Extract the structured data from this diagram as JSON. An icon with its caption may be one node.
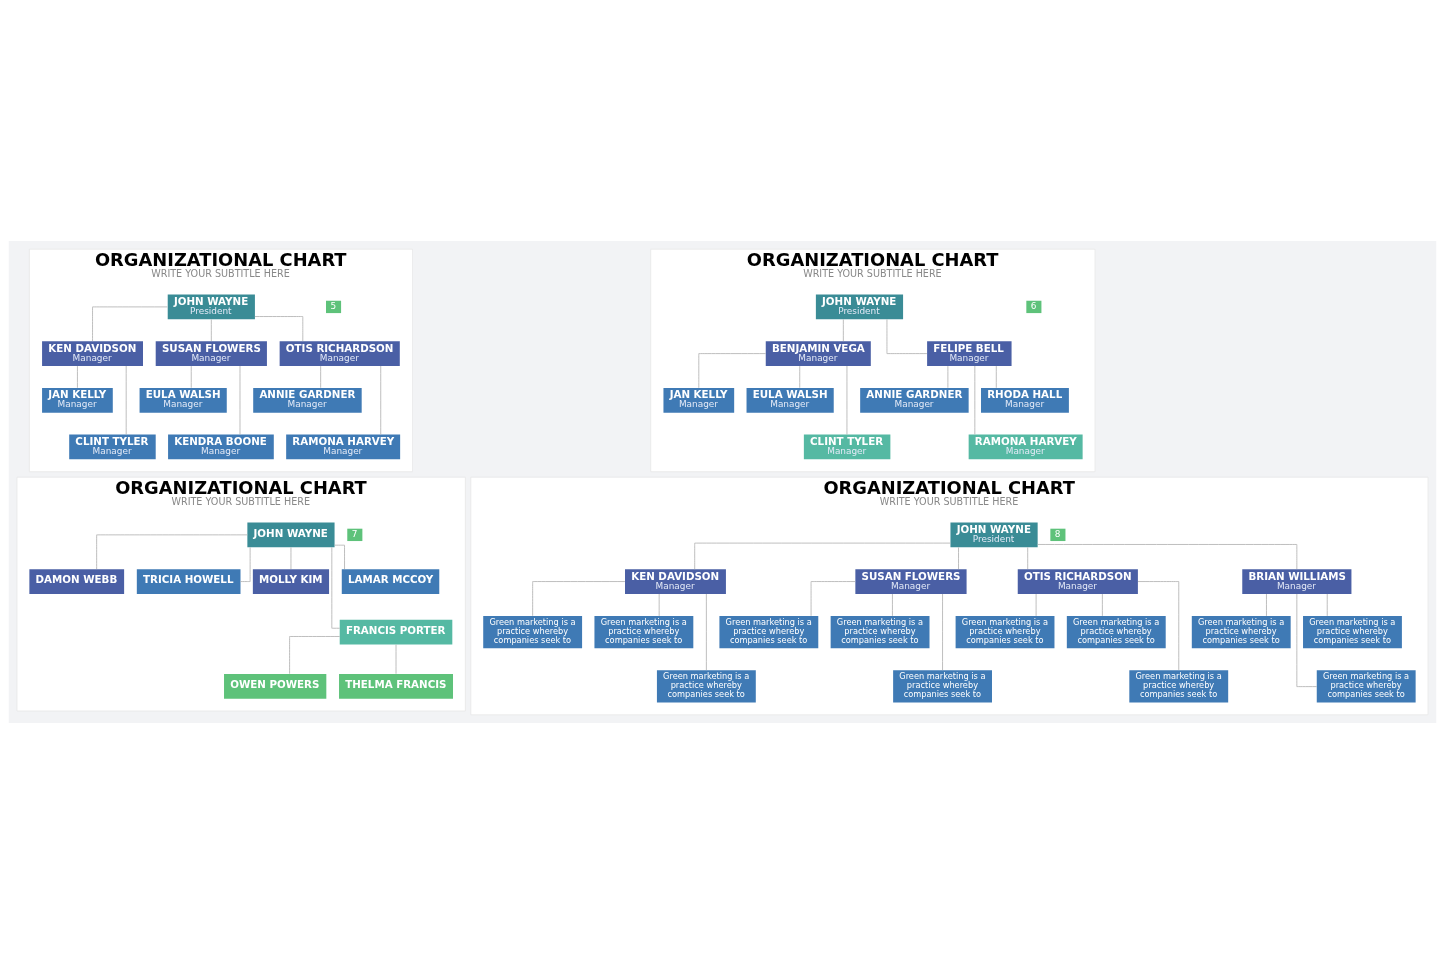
{
  "diagram": {
    "nodes": [
      {
        "text": [
          "ORGANIZATIONAL CHART",
          "WRITE YOUR SUBTITLE HERE"
        ]
      },
      {
        "text": [
          "5"
        ],
        "in": 0
      },
      {
        "text": [
          "JOHN WAYNE",
          "President"
        ],
        "in": 0
      },
      {
        "text": [
          "KEN DAVIDSON",
          "Manager"
        ],
        "in": 0
      },
      {
        "text": [
          "SUSAN FLOWERS",
          "Manager"
        ],
        "in": 0
      },
      {
        "text": [
          "OTIS RICHARDSON",
          "Manager"
        ],
        "in": 0
      },
      {
        "text": [
          "JAN KELLY",
          "Manager"
        ],
        "in": 0
      },
      {
        "text": [
          "EULA WALSH",
          "Manager"
        ],
        "in": 0
      },
      {
        "text": [
          "ANNIE GARDNER",
          "Manager"
        ],
        "in": 0
      },
      {
        "text": [
          "CLINT TYLER",
          "Manager"
        ],
        "in": 0
      },
      {
        "text": [
          "KENDRA BOONE",
          "Manager"
        ],
        "in": 0
      },
      {
        "text": [
          "RAMONA HARVEY",
          "Manager"
        ],
        "in": 0
      },
      {
        "text": [
          "ORGANIZATIONAL CHART",
          "WRITE YOUR SUBTITLE HERE"
        ]
      },
      {
        "text": [
          "6"
        ],
        "in": 12
      },
      {
        "text": [
          "JOHN WAYNE",
          "President"
        ],
        "in": 12
      },
      {
        "text": [
          "BENJAMIN VEGA",
          "Manager"
        ],
        "in": 12
      },
      {
        "text": [
          "FELIPE BELL",
          "Manager"
        ],
        "in": 12
      },
      {
        "text": [
          "JAN KELLY",
          "Manager"
        ],
        "in": 12
      },
      {
        "text": [
          "EULA WALSH",
          "Manager"
        ],
        "in": 12
      },
      {
        "text": [
          "ANNIE GARDNER",
          "Manager"
        ],
        "in": 12
      },
      {
        "text": [
          "RHODA HALL",
          "Manager"
        ],
        "in": 12
      },
      {
        "text": [
          "CLINT TYLER",
          "Manager"
        ],
        "in": 12
      },
      {
        "text": [
          "RAMONA HARVEY",
          "Manager"
        ],
        "in": 12
      },
      {
        "text": [
          "ORGANIZATIONAL CHART",
          "WRITE YOUR SUBTITLE HERE"
        ]
      },
      {
        "text": [
          "7"
        ],
        "in": 23
      },
      {
        "text": [
          "JOHN WAYNE"
        ],
        "in": 23
      },
      {
        "text": [
          "DAMON WEBB"
        ],
        "in": 23
      },
      {
        "text": [
          "TRICIA HOWELL"
        ],
        "in": 23
      },
      {
        "text": [
          "MOLLY KIM"
        ],
        "in": 23
      },
      {
        "text": [
          "LAMAR MCCOY"
        ],
        "in": 23
      },
      {
        "text": [
          "FRANCIS PORTER"
        ],
        "in": 23
      },
      {
        "text": [
          "OWEN POWERS"
        ],
        "in": 23
      },
      {
        "text": [
          "THELMA FRANCIS"
        ],
        "in": 23
      },
      {
        "text": [
          "ORGANIZATIONAL CHART",
          "WRITE YOUR SUBTITLE HERE"
        ]
      },
      {
        "text": [
          "8"
        ],
        "in": 33
      },
      {
        "text": [
          "JOHN WAYNE",
          "President"
        ],
        "in": 33
      },
      {
        "text": [
          "KEN DAVIDSON",
          "Manager"
        ],
        "in": 33
      },
      {
        "text": [
          "SUSAN FLOWERS",
          "Manager"
        ],
        "in": 33
      },
      {
        "text": [
          "OTIS RICHARDSON",
          "Manager"
        ],
        "in": 33
      },
      {
        "text": [
          "BRIAN WILLIAMS",
          "Manager"
        ],
        "in": 33
      },
      {
        "text": [
          "Green marketing is a practice whereby companies seek to"
        ],
        "in": 33
      },
      {
        "text": [
          "Green marketing is a practice whereby companies seek to"
        ],
        "in": 33
      },
      {
        "text": [
          "Green marketing is a practice whereby companies seek to"
        ],
        "in": 33
      },
      {
        "text": [
          "Green marketing is a practice whereby companies seek to"
        ],
        "in": 33
      },
      {
        "text": [
          "Green marketing is a practice whereby companies seek to"
        ],
        "in": 33
      },
      {
        "text": [
          "Green marketing is a practice whereby companies seek to"
        ],
        "in": 33
      },
      {
        "text": [
          "Green marketing is a practice whereby companies seek to"
        ],
        "in": 33
      },
      {
        "text": [
          "Green marketing is a practice whereby companies seek to"
        ],
        "in": 33
      },
      {
        "text": [
          "Green marketing is a practice whereby companies seek to"
        ],
        "in": 33
      },
      {
        "text": [
          "Green marketing is a practice whereby companies seek to"
        ],
        "in": 33
      },
      {
        "text": [
          "Green marketing is a practice whereby companies seek to"
        ],
        "in": 33
      },
      {
        "text": [
          "Green marketing is a practice whereby companies seek to"
        ],
        "in": 33
      }
    ],
    "edges": [
      {
        "from": 2,
        "to": 3,
        "arrow": "none"
      },
      {
        "from": 2,
        "to": 4,
        "arrow": "none"
      },
      {
        "from": 2,
        "to": 5,
        "arrow": "none"
      },
      {
        "from": 3,
        "to": 6,
        "arrow": "none"
      },
      {
        "from": 3,
        "to": 9,
        "arrow": "none"
      },
      {
        "from": 4,
        "to": 7,
        "arrow": "none"
      },
      {
        "from": 4,
        "to": 10,
        "arrow": "none"
      },
      {
        "from": 5,
        "to": 8,
        "arrow": "none"
      },
      {
        "from": 5,
        "to": 11,
        "arrow": "none"
      },
      {
        "from": 14,
        "to": 15,
        "arrow": "none"
      },
      {
        "from": 14,
        "to": 16,
        "arrow": "none"
      },
      {
        "from": 15,
        "to": 17,
        "arrow": "none"
      },
      {
        "from": 15,
        "to": 18,
        "arrow": "none"
      },
      {
        "from": 15,
        "to": 21,
        "arrow": "none"
      },
      {
        "from": 16,
        "to": 19,
        "arrow": "none"
      },
      {
        "from": 16,
        "to": 20,
        "arrow": "none"
      },
      {
        "from": 16,
        "to": 22,
        "arrow": "none"
      },
      {
        "from": 25,
        "to": 26,
        "arrow": "none"
      },
      {
        "from": 25,
        "to": 27,
        "arrow": "none"
      },
      {
        "from": 25,
        "to": 28,
        "arrow": "none"
      },
      {
        "from": 25,
        "to": 29,
        "arrow": "none"
      },
      {
        "from": 25,
        "to": 30,
        "arrow": "none"
      },
      {
        "from": 30,
        "to": 31,
        "arrow": "none"
      },
      {
        "from": 30,
        "to": 32,
        "arrow": "none"
      },
      {
        "from": 35,
        "to": 36,
        "arrow": "none"
      },
      {
        "from": 35,
        "to": 37,
        "arrow": "none"
      },
      {
        "from": 35,
        "to": 38,
        "arrow": "none"
      },
      {
        "from": 35,
        "to": 39,
        "arrow": "none"
      },
      {
        "from": 36,
        "to": 40,
        "arrow": "none"
      },
      {
        "from": 36,
        "to": 41,
        "arrow": "none"
      },
      {
        "from": 36,
        "to": 48,
        "arrow": "none"
      },
      {
        "from": 37,
        "to": 42,
        "arrow": "none"
      },
      {
        "from": 37,
        "to": 43,
        "arrow": "none"
      },
      {
        "from": 37,
        "to": 49,
        "arrow": "none"
      },
      {
        "from": 38,
        "to": 44,
        "arrow": "none"
      },
      {
        "from": 38,
        "to": 45,
        "arrow": "none"
      },
      {
        "from": 38,
        "to": 50,
        "arrow": "none"
      },
      {
        "from": 39,
        "to": 46,
        "arrow": "none"
      },
      {
        "from": 39,
        "to": 47,
        "arrow": "none"
      },
      {
        "from": 39,
        "to": 51,
        "arrow": "none"
      }
    ]
  }
}
